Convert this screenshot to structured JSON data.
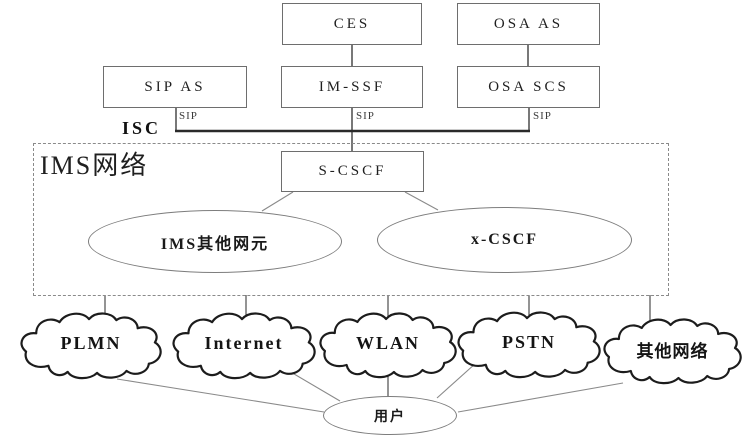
{
  "diagram": {
    "title_region": "IMS网络",
    "boxes": {
      "ces": "CES",
      "osa_as": "OSA AS",
      "sip_as": "SIP AS",
      "im_ssf": "IM-SSF",
      "osa_scs": "OSA SCS",
      "s_cscf": "S-CSCF"
    },
    "labels": {
      "isc": "ISC",
      "sip_left": "SIP",
      "sip_mid": "SIP",
      "sip_right": "SIP"
    },
    "ellipses": {
      "ims_other": "IMS其他网元",
      "x_cscf": "x-CSCF",
      "user": "用户"
    },
    "clouds": [
      {
        "label": "PLMN"
      },
      {
        "label": "Internet"
      },
      {
        "label": "WLAN"
      },
      {
        "label": "PSTN"
      },
      {
        "label": "其他网络"
      }
    ],
    "colors": {
      "line_gray": "#8a8a8a",
      "line_dark": "#4a4a4a",
      "bus": "#2a2a2a",
      "cloud_stroke": "#1c1c1c",
      "box_border": "#6e6e6e",
      "dash_border": "#8a8a8a",
      "background": "#ffffff"
    }
  }
}
